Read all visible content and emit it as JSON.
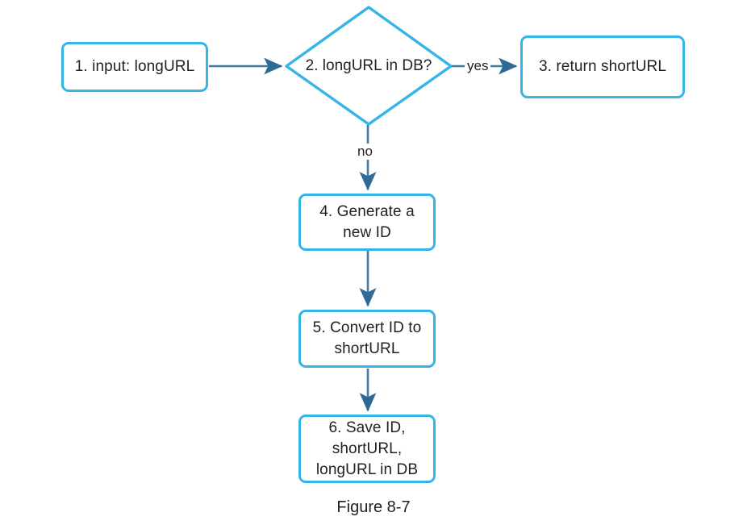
{
  "figure": {
    "caption": "Figure 8-7",
    "colors": {
      "shape_stroke": "#35b4e8",
      "connector": "#3e7ca8",
      "text": "#231f20",
      "background": "#ffffff"
    }
  },
  "nodes": {
    "n1": {
      "label": "1. input: longURL",
      "shape": "rounded-rect"
    },
    "n2": {
      "label": "2. longURL in DB?",
      "shape": "diamond"
    },
    "n3": {
      "label": "3. return shortURL",
      "shape": "rounded-rect"
    },
    "n4": {
      "label": "4. Generate a\nnew ID",
      "shape": "rounded-rect"
    },
    "n5": {
      "label": "5. Convert ID to\nshortURL",
      "shape": "rounded-rect"
    },
    "n6": {
      "label": "6. Save ID,\nshortURL,\nlongURL in DB",
      "shape": "rounded-rect"
    }
  },
  "edges": {
    "e1": {
      "from": "n1",
      "to": "n2",
      "label": ""
    },
    "e2": {
      "from": "n2",
      "to": "n3",
      "label": "yes"
    },
    "e3": {
      "from": "n2",
      "to": "n4",
      "label": "no"
    },
    "e4": {
      "from": "n4",
      "to": "n5",
      "label": ""
    },
    "e5": {
      "from": "n5",
      "to": "n6",
      "label": ""
    }
  }
}
